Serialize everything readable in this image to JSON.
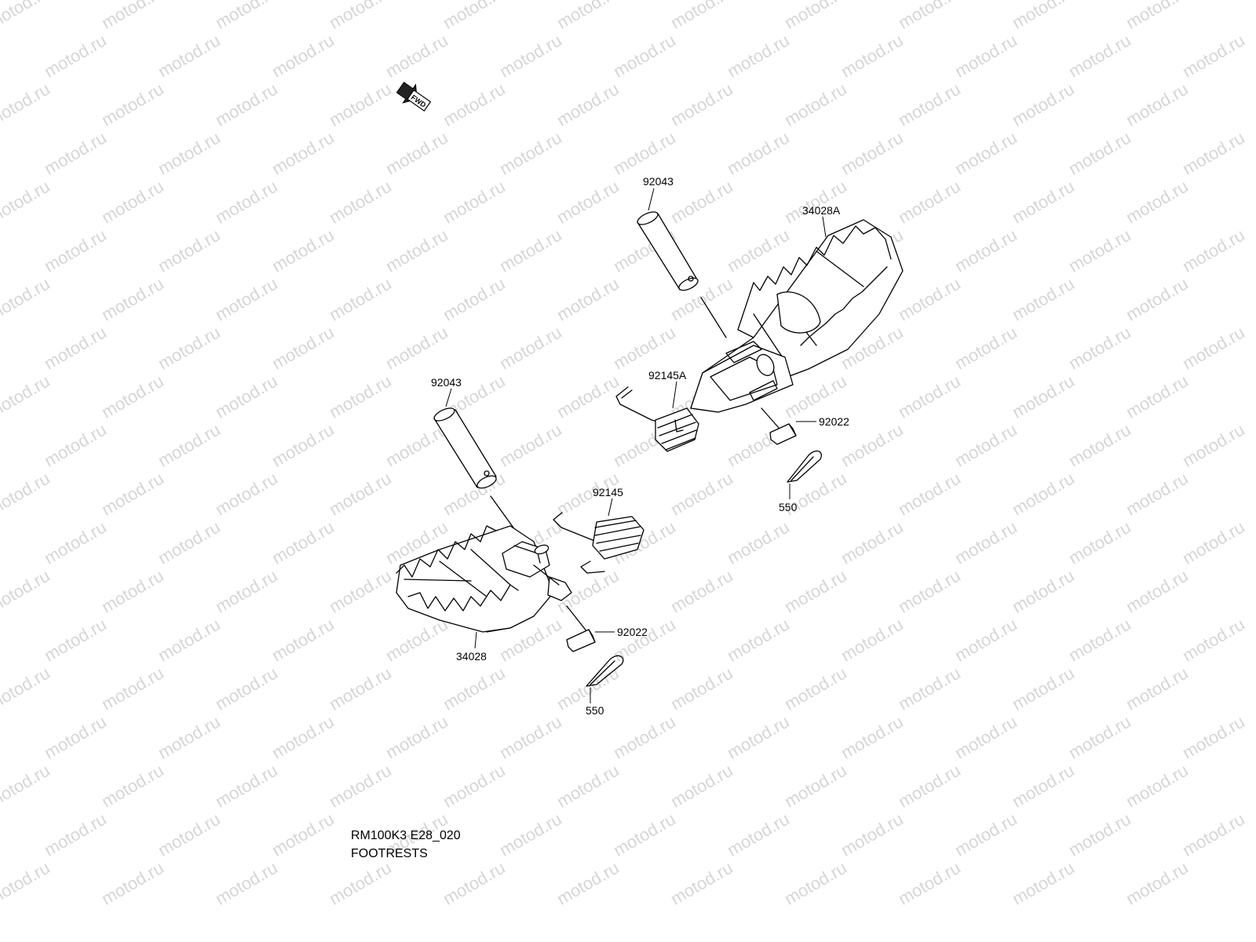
{
  "watermark": "motod.ru",
  "direction_marker": "FWD",
  "labels": {
    "pin_upper": "92043",
    "footrest_right": "34028A",
    "spring_upper": "92145A",
    "washer_upper": "92022",
    "cotter_upper": "550",
    "pin_lower": "92043",
    "spring_lower": "92145",
    "footrest_left": "34028",
    "washer_lower": "92022",
    "cotter_lower": "550"
  },
  "caption": {
    "code": "RM100K3 E28_020",
    "title": "FOOTRESTS"
  }
}
